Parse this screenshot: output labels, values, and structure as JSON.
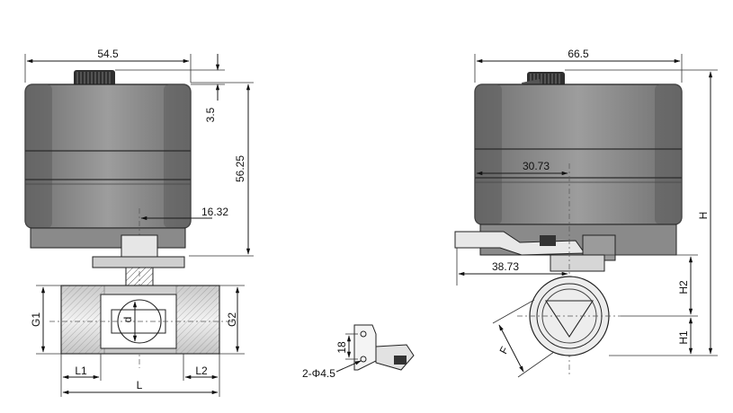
{
  "front_view": {
    "width_label": "54.5",
    "top_offset_label": "3.5",
    "height_label": "56.25",
    "shaft_label": "16.32",
    "g1_label": "G1",
    "g2_label": "G2",
    "d_label": "d",
    "l1_label": "L1",
    "l2_label": "L2",
    "l_label": "L"
  },
  "bracket_view": {
    "spacing_label": "18",
    "holes_label": "2-Φ4.5"
  },
  "side_view": {
    "width_label": "66.5",
    "center_label": "30.73",
    "reach_label": "38.73",
    "h_label": "H",
    "h2_label": "H2",
    "h1_label": "H1",
    "f_label": "F"
  },
  "colors": {
    "actuator_body": "#8e8e8e",
    "actuator_dark": "#3a3a3a",
    "valve_body": "#d9d9d9",
    "line": "#1a1a1a"
  }
}
